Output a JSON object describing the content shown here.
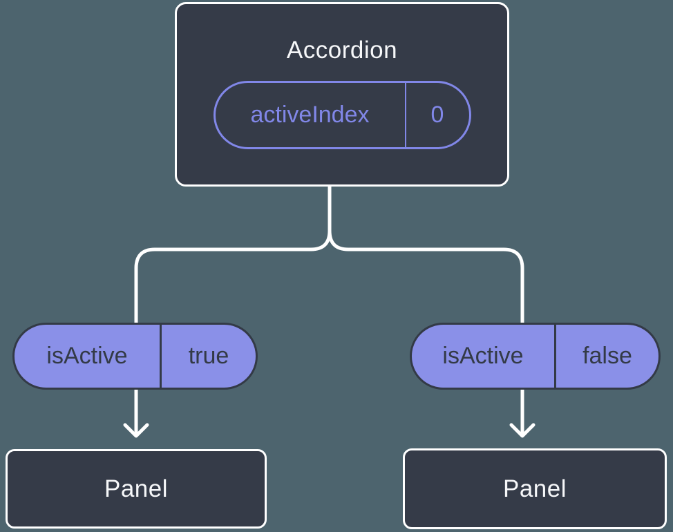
{
  "colors": {
    "background": "#4d646e",
    "node_fill": "#353b48",
    "node_border": "#ffffff",
    "node_text": "#f6f7f9",
    "state_accent": "#8187e8",
    "prop_pill_fill": "#8a90e8",
    "prop_pill_text": "#333a46",
    "connector": "#ffffff"
  },
  "icons": {
    "arrowhead": "arrow-down-chevron"
  },
  "tree": {
    "root": {
      "title": "Accordion",
      "state": {
        "name": "activeIndex",
        "value": "0"
      }
    },
    "children": [
      {
        "title": "Panel",
        "prop": {
          "name": "isActive",
          "value": "true"
        }
      },
      {
        "title": "Panel",
        "prop": {
          "name": "isActive",
          "value": "false"
        }
      }
    ]
  }
}
